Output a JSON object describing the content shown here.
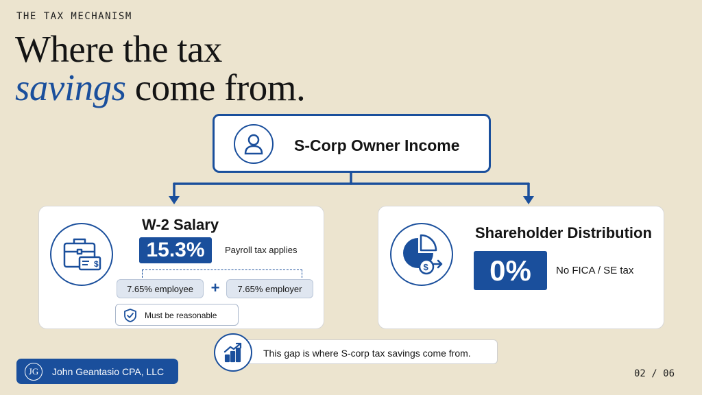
{
  "colors": {
    "background": "#ece4cf",
    "accent_blue": "#1a4f9c",
    "card": "#ffffff",
    "pill": "#dfe6f0",
    "text": "#141414"
  },
  "header": {
    "eyebrow": "THE TAX MECHANISM",
    "headline_line1": "Where the tax",
    "headline_accent": "savings",
    "headline_rest": " come from."
  },
  "top_node": {
    "icon": "person-icon",
    "title": "S-Corp Owner Income"
  },
  "left_node": {
    "icon": "briefcase-paycheck-icon",
    "title": "W-2 Salary",
    "percent": "15.3%",
    "percent_note": "Payroll tax applies",
    "employee_share": "7.65% employee",
    "operator": "+",
    "employer_share": "7.65% employer",
    "requirement_icon": "shield-check-icon",
    "requirement": "Must be reasonable"
  },
  "right_node": {
    "icon": "pie-chart-dollar-icon",
    "title": "Shareholder Distribution",
    "percent": "0%",
    "percent_note": "No FICA / SE tax"
  },
  "gap_note": {
    "icon": "rising-bar-chart-icon",
    "text": "This gap is where S-corp tax savings come from."
  },
  "footer": {
    "monogram": "JG",
    "brand_name": "John Geantasio CPA, LLC",
    "page_indicator": "02 / 06"
  }
}
